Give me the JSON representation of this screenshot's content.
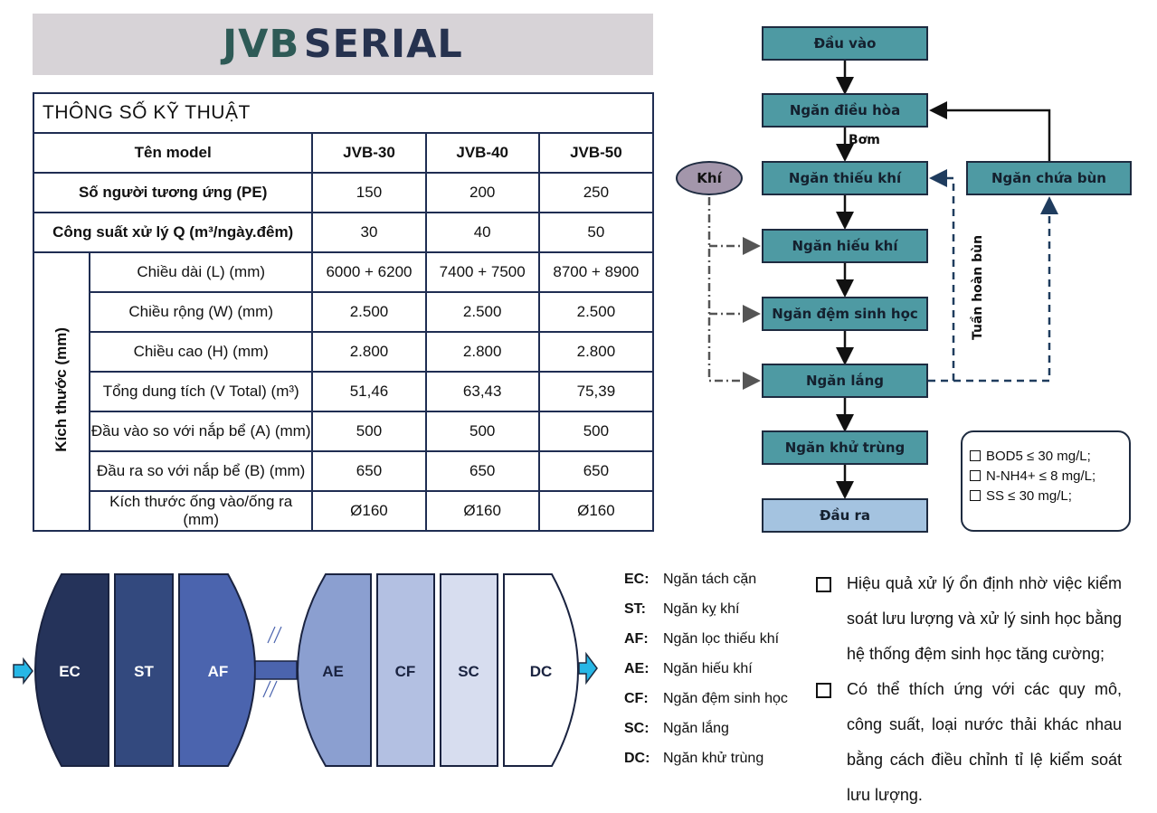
{
  "title": {
    "part1": "JVB",
    "part2": "SERIAL"
  },
  "spec_table": {
    "heading": "THÔNG SỐ KỸ THUẬT",
    "model_label": "Tên model",
    "models": [
      "JVB-30",
      "JVB-40",
      "JVB-50"
    ],
    "pe_label": "Số người tương ứng (PE)",
    "pe_values": [
      "150",
      "200",
      "250"
    ],
    "capacity_label": "Công suất xử lý Q (m³/ngày.đêm)",
    "capacity_values": [
      "30",
      "40",
      "50"
    ],
    "dimension_group_label": "Kích thước (mm)",
    "dimension_rows": [
      {
        "label": "Chiều dài (L) (mm)",
        "values": [
          "6000 + 6200",
          "7400 + 7500",
          "8700 + 8900"
        ]
      },
      {
        "label": "Chiều rộng (W) (mm)",
        "values": [
          "2.500",
          "2.500",
          "2.500"
        ]
      },
      {
        "label": "Chiều cao (H) (mm)",
        "values": [
          "2.800",
          "2.800",
          "2.800"
        ]
      },
      {
        "label": "Tổng dung tích (V Total) (m³)",
        "values": [
          "51,46",
          "63,43",
          "75,39"
        ]
      },
      {
        "label": "Đầu vào so với nắp bể (A) (mm)",
        "values": [
          "500",
          "500",
          "500"
        ]
      },
      {
        "label": "Đầu ra so với nắp bể (B) (mm)",
        "values": [
          "650",
          "650",
          "650"
        ]
      },
      {
        "label": "Kích thước ống vào/ống ra (mm)",
        "values": [
          "Ø160",
          "Ø160",
          "Ø160"
        ]
      }
    ]
  },
  "flow": {
    "inlet": "Đầu vào",
    "equalization": "Ngăn điều hòa",
    "pump": "Bơm",
    "anoxic": "Ngăn thiếu khí",
    "air": "Khí",
    "aerobic": "Ngăn hiếu khí",
    "biofilter": "Ngăn đệm sinh học",
    "settling": "Ngăn lắng",
    "disinfection": "Ngăn khử trùng",
    "outlet": "Đầu ra",
    "sludge_tank": "Ngăn chứa bùn",
    "sludge_recycle": "Tuần hoàn bùn"
  },
  "standards": [
    "BOD5 ≤ 30 mg/L;",
    "N-NH4+ ≤ 8 mg/L;",
    "SS ≤ 30 mg/L;"
  ],
  "tank_diagram": {
    "sections": [
      {
        "code": "EC",
        "color": "#25335a"
      },
      {
        "code": "ST",
        "color": "#33497e"
      },
      {
        "code": "AF",
        "color": "#4b64ae"
      },
      {
        "code": "AE",
        "color": "#8b9fd0"
      },
      {
        "code": "CF",
        "color": "#b3c0e2"
      },
      {
        "code": "SC",
        "color": "#d7ddef"
      },
      {
        "code": "DC",
        "color": "#ffffff"
      }
    ],
    "arrow_color": "#27b7e6"
  },
  "legend": [
    {
      "code": "EC:",
      "name": "Ngăn tách cặn"
    },
    {
      "code": "ST:",
      "name": "Ngăn kỵ khí"
    },
    {
      "code": "AF:",
      "name": "Ngăn lọc thiếu khí"
    },
    {
      "code": "AE:",
      "name": "Ngăn hiếu khí"
    },
    {
      "code": "CF:",
      "name": "Ngăn đệm sinh học"
    },
    {
      "code": "SC:",
      "name": "Ngăn lắng"
    },
    {
      "code": "DC:",
      "name": "Ngăn khử trùng"
    }
  ],
  "features": [
    "Hiệu quả xử lý ổn định nhờ việc kiểm soát lưu lượng và xử lý sinh học bằng hệ thống đệm sinh học tăng cường;",
    "Có thể thích ứng với các quy mô, công suất, loại nước thải khác nhau bằng cách điều chỉnh tỉ lệ kiểm soát lưu lượng."
  ]
}
